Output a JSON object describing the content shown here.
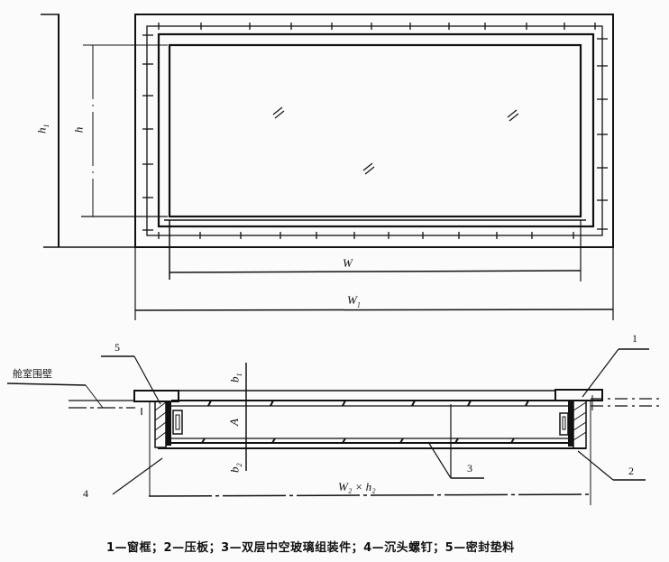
{
  "plan_view": {
    "dim_h1": "h",
    "dim_h1_sub": "1",
    "dim_h": "h",
    "dim_W": "W",
    "dim_W1": "W",
    "dim_W1_sub": "1",
    "glass_marks": [
      "//",
      "//",
      "//"
    ]
  },
  "section_view": {
    "wall_label": "舱室围壁",
    "dim_b1": "b",
    "dim_b1_sub": "1",
    "dim_A": "A",
    "dim_b2": "b",
    "dim_b2_sub": "2",
    "dim_W2h2": "W₂ × h₂",
    "callouts": [
      "1",
      "2",
      "3",
      "4",
      "5"
    ]
  },
  "caption": "1—窗框；2—压板；3—双层中空玻璃组装件；4—沉头螺钉；5—密封垫料",
  "legend": [
    {
      "num": "1",
      "name": "窗框"
    },
    {
      "num": "2",
      "name": "压板"
    },
    {
      "num": "3",
      "name": "双层中空玻璃组装件"
    },
    {
      "num": "4",
      "name": "沉头螺钉"
    },
    {
      "num": "5",
      "name": "密封垫料"
    }
  ]
}
